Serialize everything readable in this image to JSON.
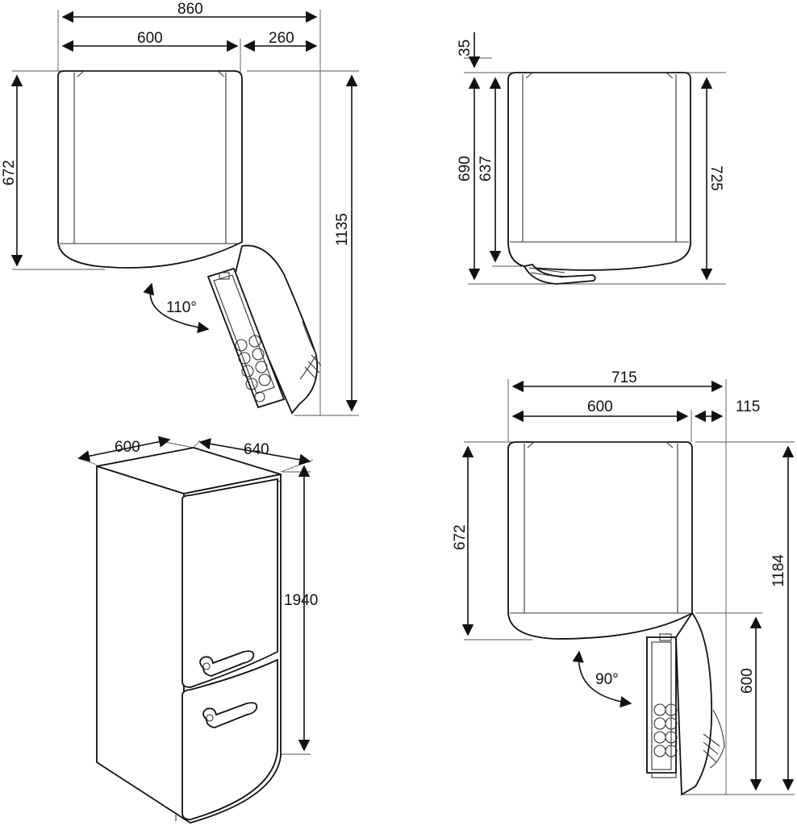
{
  "view_top_open_110": {
    "width_total": "860",
    "width_body": "600",
    "door_swing_extra": "260",
    "depth_body": "672",
    "depth_total": "1135",
    "door_angle": "110°"
  },
  "view_top_closed": {
    "offset_top": "35",
    "depth_690": "690",
    "depth_637": "637",
    "depth_725": "725"
  },
  "view_top_open_90": {
    "width_total": "715",
    "width_body": "600",
    "door_extra": "115",
    "depth_body": "672",
    "depth_total": "1184",
    "door_reach": "600",
    "door_angle": "90°"
  },
  "view_iso": {
    "width": "600",
    "depth": "640",
    "height": "1940"
  },
  "colors": {
    "line": "#111111",
    "background": "#ffffff"
  }
}
